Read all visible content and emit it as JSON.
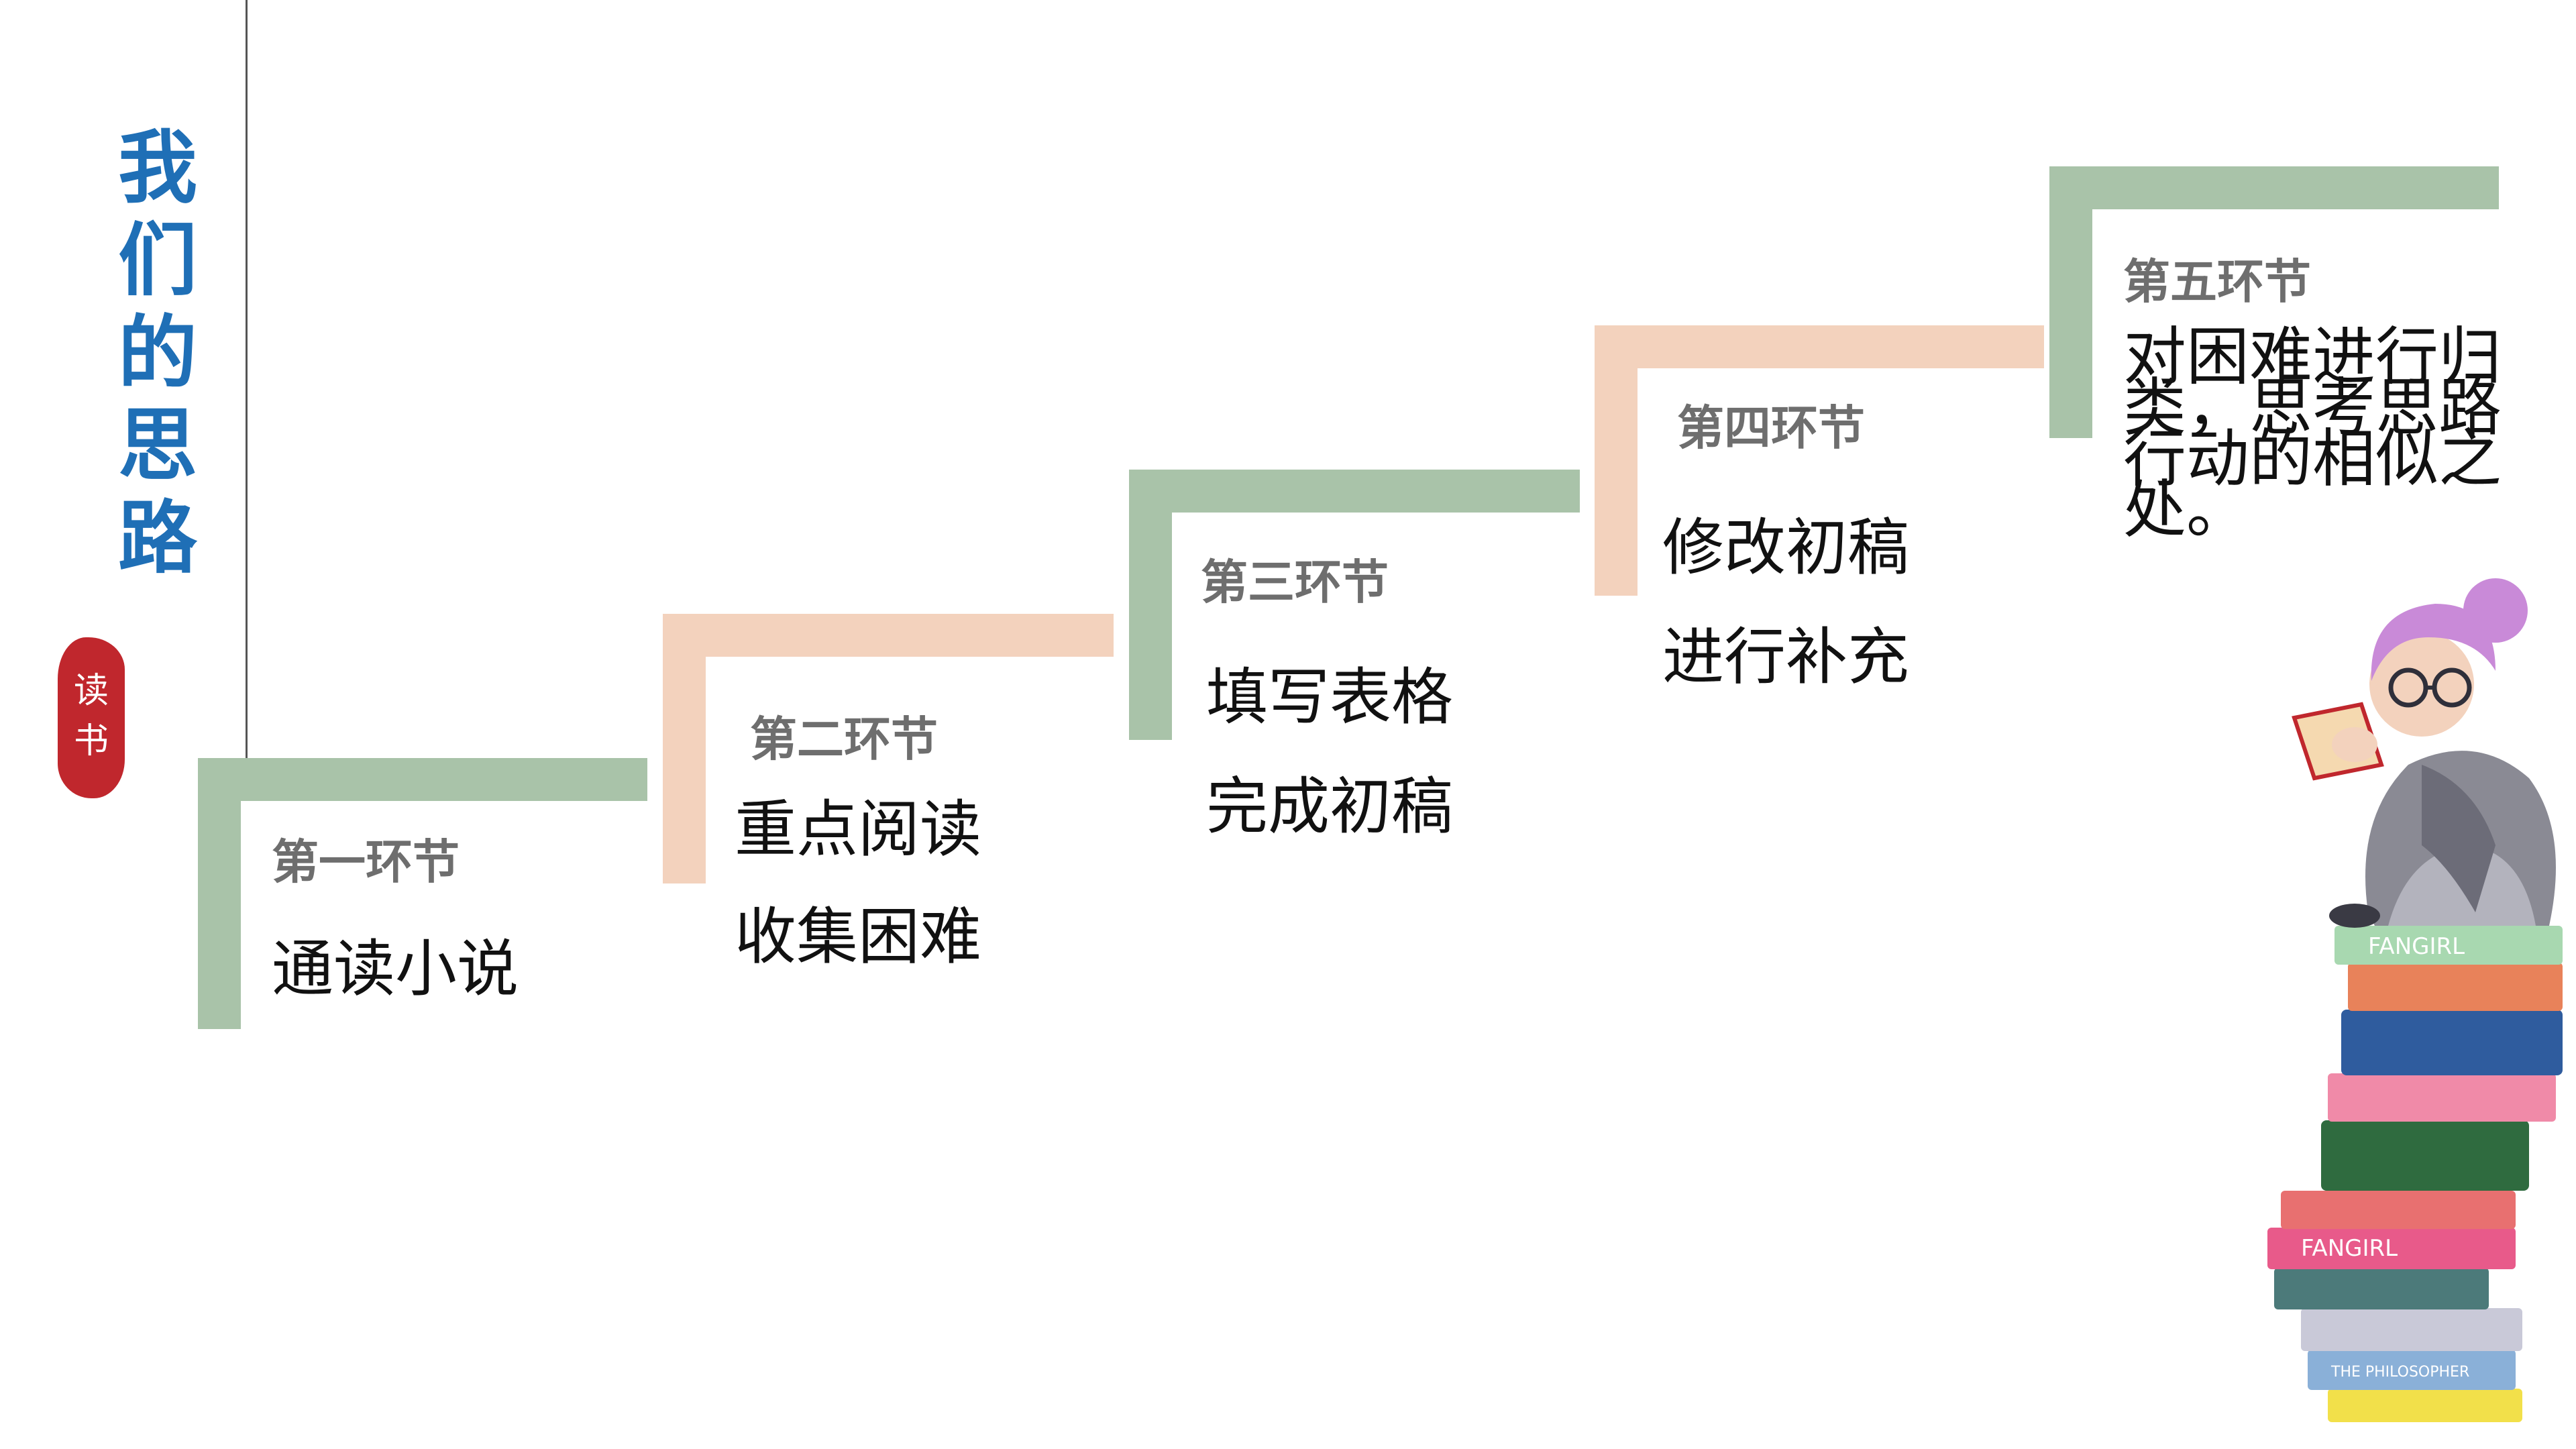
{
  "slide": {
    "title_chars": [
      "我",
      "们",
      "的",
      "思",
      "路"
    ],
    "seal_chars": [
      "读",
      "书"
    ]
  },
  "steps": [
    {
      "label": "第一环节",
      "lines": [
        "通读小说"
      ]
    },
    {
      "label": "第二环节",
      "lines": [
        "重点阅读",
        "收集困难"
      ]
    },
    {
      "label": "第三环节",
      "lines": [
        "填写表格",
        "完成初稿"
      ]
    },
    {
      "label": "第四环节",
      "lines": [
        "修改初稿",
        "进行补充"
      ]
    },
    {
      "label": "第五环节",
      "text": "对困难进行归类，思考思路行动的相似之处。"
    }
  ],
  "colors": {
    "title": "#1f6fb6",
    "seal": "#c0272d",
    "green_bar": "#a9c3a9",
    "peach_bar": "#f3d2bd",
    "step_label": "#6e6e6e"
  },
  "illustration": {
    "book_labels": [
      "FANGIRL",
      "FANGIRL",
      "THE PHILOSOPHER"
    ]
  }
}
